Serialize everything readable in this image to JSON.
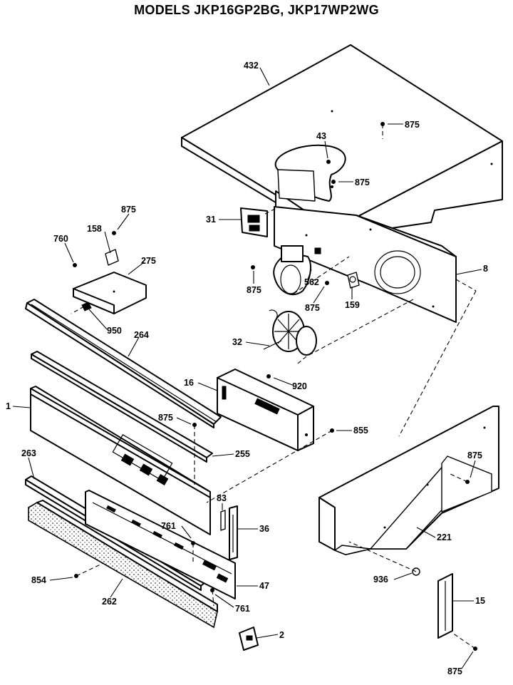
{
  "title": "MODELS JKP16GP2BG, JKP17WP2WG",
  "labels": {
    "p432": "432",
    "p875a": "875",
    "p43": "43",
    "p875b": "875",
    "p31": "31",
    "p875c": "875",
    "p158": "158",
    "p760": "760",
    "p275": "275",
    "p8": "8",
    "p562": "562",
    "p875d": "875",
    "p875e": "875",
    "p159": "159",
    "p950": "950",
    "p264": "264",
    "p32": "32",
    "p16": "16",
    "p920": "920",
    "p1": "1",
    "p875f": "875",
    "p855": "855",
    "p255": "255",
    "p263": "263",
    "p875g": "875",
    "p83": "83",
    "p36": "36",
    "p761a": "761",
    "p221": "221",
    "p854": "854",
    "p47": "47",
    "p936": "936",
    "p262": "262",
    "p761b": "761",
    "p15": "15",
    "p2": "2",
    "p875h": "875"
  }
}
